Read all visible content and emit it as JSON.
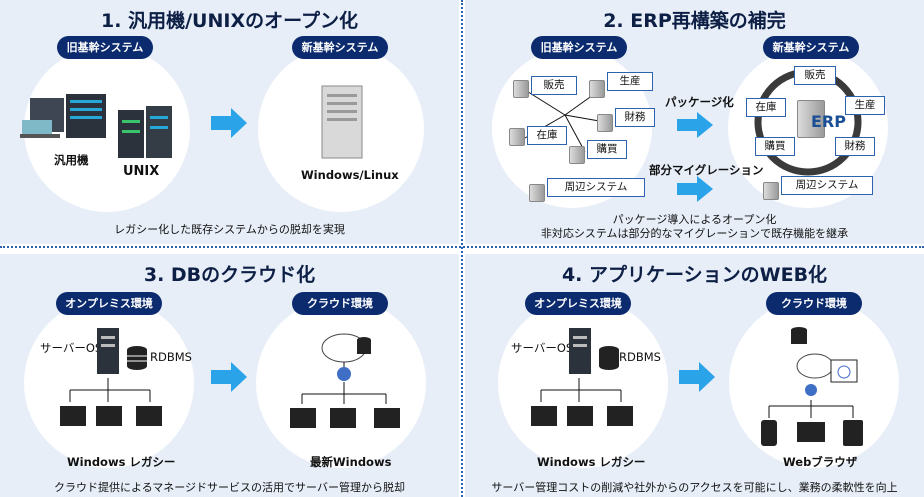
{
  "q1": {
    "title": "1. 汎用機/UNIXのオープン化",
    "old_label": "旧基幹システム",
    "new_label": "新基幹システム",
    "mainframe_label": "汎用機",
    "unix_label": "UNIX",
    "server_label": "Windows/Linux",
    "caption": "レガシー化した既存システムからの脱却を実現"
  },
  "q2": {
    "title": "2. ERP再構築の補完",
    "old_label": "旧基幹システム",
    "new_label": "新基幹システム",
    "old_modules": [
      "販売",
      "生産",
      "財務",
      "在庫",
      "購買"
    ],
    "peripheral": "周辺システム",
    "package_label": "パッケージ化",
    "migration_label": "部分マイグレーション",
    "erp_label": "ERP",
    "new_modules": [
      "販売",
      "在庫",
      "生産",
      "購買",
      "財務"
    ],
    "caption_line1": "パッケージ導入によるオープン化",
    "caption_line2": "非対応システムは部分的なマイグレーションで既存機能を継承"
  },
  "q3": {
    "title": "3. DBのクラウド化",
    "old_label": "オンプレミス環境",
    "new_label": "クラウド環境",
    "server_os": "サーバーOS",
    "rdbms": "RDBMS",
    "legacy_label": "Windows レガシー",
    "new_label2": "最新Windows",
    "caption": "クラウド提供によるマネージドサービスの活用でサーバー管理から脱却"
  },
  "q4": {
    "title": "4. アプリケーションのWEB化",
    "old_label": "オンプレミス環境",
    "new_label": "クラウド環境",
    "server_os": "サーバーOS",
    "rdbms": "RDBMS",
    "legacy_label": "Windows レガシー",
    "browser_label": "Webブラウザ",
    "caption": "サーバー管理コストの削減や社外からのアクセスを可能にし、業務の柔軟性を向上"
  },
  "colors": {
    "navy": "#0b2b6e",
    "arrow": "#2aa3e8",
    "panel": "#e7eef8"
  }
}
